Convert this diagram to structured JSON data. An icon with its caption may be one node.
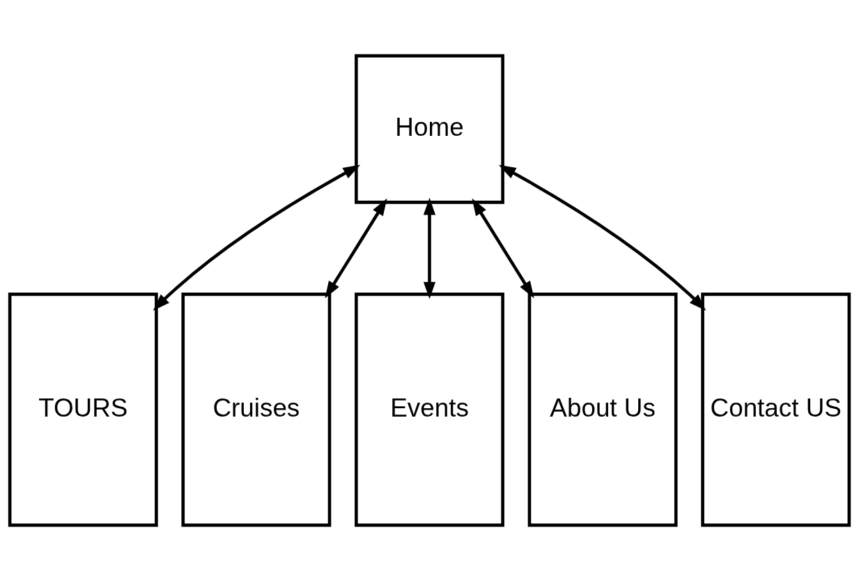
{
  "diagram": {
    "nodes": [
      {
        "text": [
          "Home"
        ]
      },
      {
        "text": [
          "TOURS"
        ]
      },
      {
        "text": [
          "Cruises"
        ]
      },
      {
        "text": [
          "Events"
        ]
      },
      {
        "text": [
          "About Us"
        ]
      },
      {
        "text": [
          "Contact US"
        ]
      }
    ],
    "edges": [
      {
        "from": 0,
        "to": 1,
        "arrow": "both"
      },
      {
        "from": 0,
        "to": 2,
        "arrow": "both"
      },
      {
        "from": 0,
        "to": 3,
        "arrow": "both"
      },
      {
        "from": 0,
        "to": 4,
        "arrow": "both"
      },
      {
        "from": 0,
        "to": 5,
        "arrow": "both"
      }
    ]
  }
}
